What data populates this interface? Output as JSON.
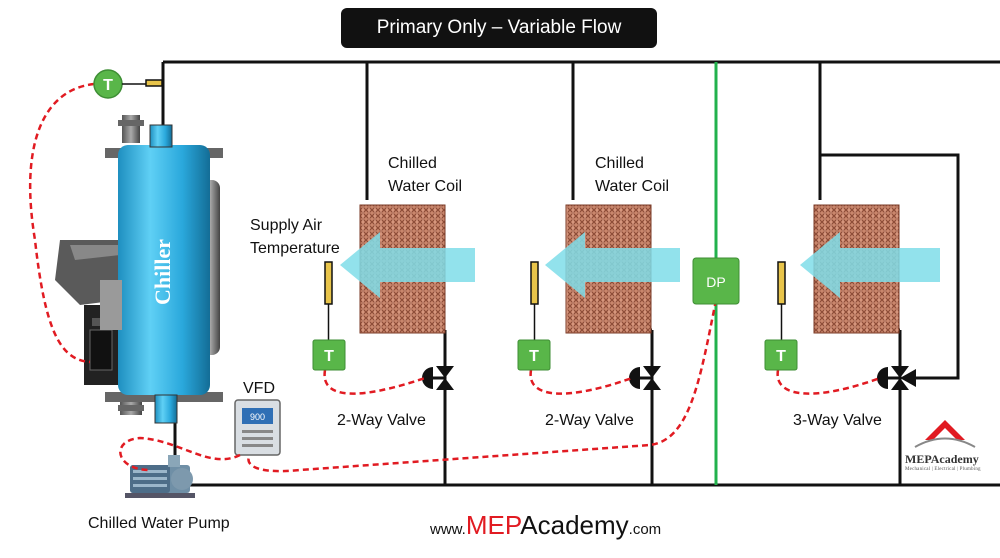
{
  "title": "Primary Only – Variable Flow",
  "chiller_label": "Chiller",
  "sensor_label": "T",
  "vfd": {
    "label": "VFD",
    "display": "900"
  },
  "dp_label": "DP",
  "pump_label": "Chilled Water Pump",
  "supply_air_label": [
    "Supply Air",
    "Temperature"
  ],
  "coils": [
    {
      "label": [
        "Chilled",
        "Water Coil"
      ],
      "valve_label": "2-Way Valve"
    },
    {
      "label": [
        "Chilled",
        "Water Coil"
      ],
      "valve_label": "2-Way Valve"
    },
    {
      "label": [],
      "valve_label": "3-Way Valve"
    }
  ],
  "website": {
    "prefix": "www.",
    "brand1": "MEP",
    "brand2": "Academy",
    "suffix": ".com"
  },
  "logo": {
    "name": "MEPAcademy",
    "tagline": "Mechanical | Electrical | Plumbing"
  },
  "colors": {
    "pipe": "#111111",
    "control_wire": "#e11b22",
    "dp_line": "#22b14c",
    "sensor_green": "#59b649",
    "chiller_blue": "#33b5e5",
    "air_arrow": "#7fdde9",
    "coil_copper": "#b5705a"
  }
}
